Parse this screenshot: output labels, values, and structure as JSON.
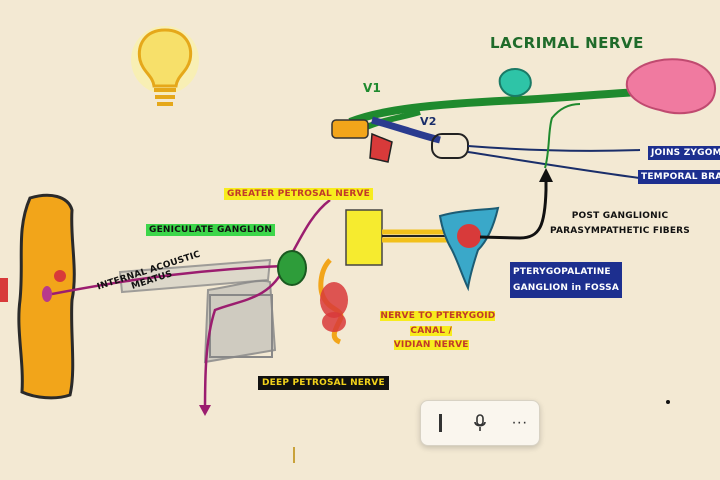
{
  "diagram": {
    "title": "LACRIMAL NERVE",
    "labels": {
      "v1": "V1",
      "v2": "V2",
      "greater_petrosal": "GREATER PETROSAL NERVE",
      "geniculate": "GENICULATE GANGLION",
      "internal_acoustic": "INTERNAL ACOUSTIC\nMEATUS",
      "deep_petrosal": "DEEP PETROSAL NERVE",
      "pterygoid_canal": "NERVE TO PTERYGOID\nCANAL /\nVIDIAN NERVE",
      "post_ganglionic": "POST GANGLIONIC\nPARASYMPATHETIC FIBERS",
      "pterygopalatine": "PTERYGOPALATINE\nGANGLION in FOSSA",
      "joins_zygomatic": "JOINS ZYGOMA",
      "temporal_branch": "TEMPORAL BRA"
    },
    "colors": {
      "background": "#f3e9d3",
      "nerve_green": "#1f8a2e",
      "brainstem_orange": "#f2a51a",
      "ganglion_blue": "#3aa8c9",
      "magenta_path": "#9b1d6f",
      "lacrimal_gland_pink": "#f07aa0"
    },
    "icons": [
      "lightbulb-icon"
    ]
  },
  "toolbar": {
    "icons": [
      "text-cursor-icon",
      "microphone-icon",
      "more-icon"
    ],
    "more_label": "···"
  }
}
